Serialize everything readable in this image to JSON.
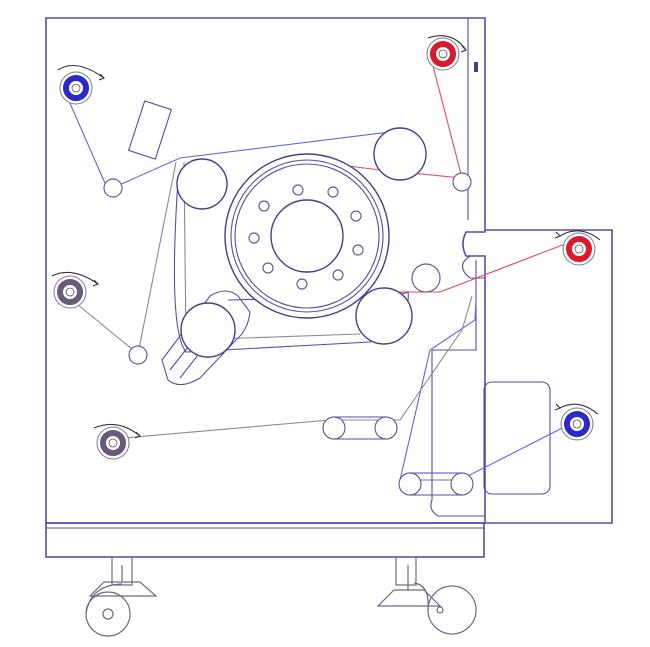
{
  "colors": {
    "frame": "#5a4aa8",
    "blue_web": "#5a6bd8",
    "red_web": "#e24a5a",
    "grey_web": "#8a8a8a",
    "blue_reel": "#2a2ac8",
    "red_reel": "#d81a2a",
    "grey_reel": "#6a5a7a",
    "background": "#ffffff"
  },
  "reels": [
    {
      "name": "unwind-blue-top-left",
      "color": "blue"
    },
    {
      "name": "unwind-red-top-right",
      "color": "red"
    },
    {
      "name": "unwind-red-right",
      "color": "red"
    },
    {
      "name": "unwind-grey-left",
      "color": "grey"
    },
    {
      "name": "rewind-grey-bottom-left",
      "color": "grey"
    },
    {
      "name": "unwind-blue-right",
      "color": "blue"
    }
  ],
  "icons": {
    "rotation_arrow": "curved-arrow-icon",
    "caster": "caster-wheel-icon"
  }
}
